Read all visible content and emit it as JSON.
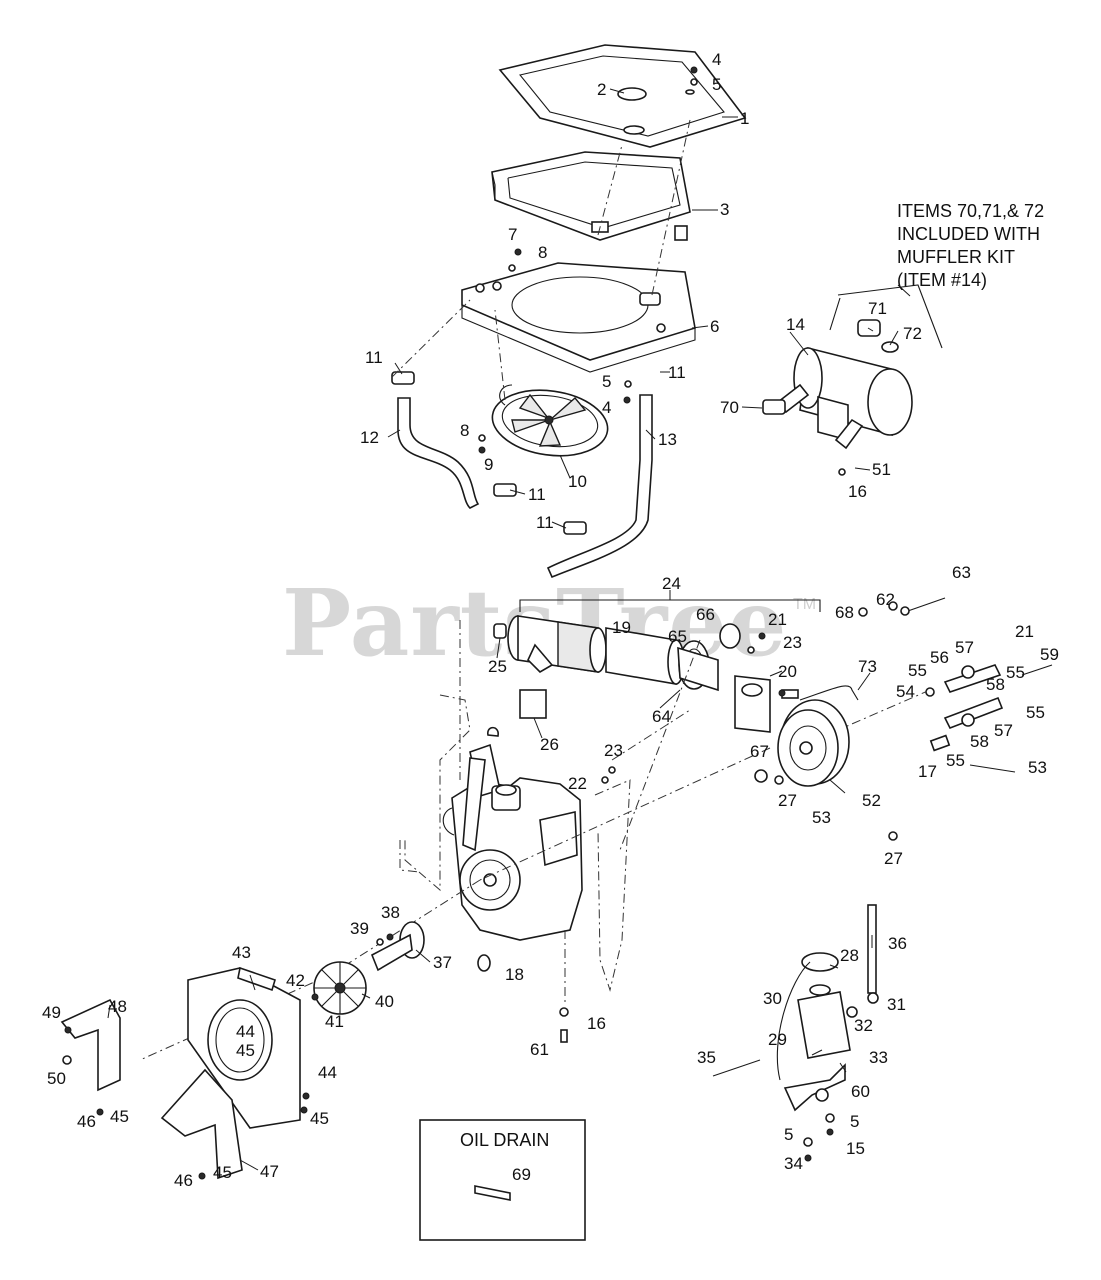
{
  "watermark": {
    "text": "PartsTree",
    "trademark": "TM"
  },
  "muffler_note": {
    "lines": [
      "ITEMS 70,71,& 72",
      "INCLUDED WITH",
      "MUFFLER KIT",
      "(ITEM #14)"
    ]
  },
  "oil_drain_box": {
    "title": "OIL DRAIN",
    "part": "69"
  },
  "callouts": {
    "c1": "1",
    "c2": "2",
    "c3": "3",
    "c4a": "4",
    "c4b": "4",
    "c5a": "5",
    "c5b": "5",
    "c6": "6",
    "c7": "7",
    "c8a": "8",
    "c8b": "8",
    "c9": "9",
    "c10": "10",
    "c11a": "11",
    "c11b": "11",
    "c11c": "11",
    "c11d": "11",
    "c12": "12",
    "c13": "13",
    "c14": "14",
    "c16a": "16",
    "c70": "70",
    "c71": "71",
    "c72": "72",
    "c51": "51",
    "c24": "24",
    "c19": "19",
    "c66": "66",
    "c65": "65",
    "c21a": "21",
    "c23a": "23",
    "c20": "20",
    "c25": "25",
    "c26": "26",
    "c64": "64",
    "c23b": "23",
    "c22": "22",
    "c68": "68",
    "c62": "62",
    "c63": "63",
    "c73": "73",
    "c21b": "21",
    "c59": "59",
    "c56": "56",
    "c57a": "57",
    "c55a": "55",
    "c55b": "55",
    "c54": "54",
    "c58a": "58",
    "c55c": "55",
    "c57b": "57",
    "c58b": "58",
    "c55d": "55",
    "c17": "17",
    "c53a": "53",
    "c67": "67",
    "c27a": "27",
    "c52": "52",
    "c53b": "53",
    "c27b": "27",
    "c38": "38",
    "c39": "39",
    "c37": "37",
    "c18": "18",
    "c43": "43",
    "c42": "42",
    "c40": "40",
    "c41": "41",
    "c44a": "44",
    "c45a": "45",
    "c49": "49",
    "c48": "48",
    "c50": "50",
    "c46a": "46",
    "c45b": "45",
    "c44b": "44",
    "c45c": "45",
    "c47": "47",
    "c46b": "46",
    "c45d": "45",
    "c16b": "16",
    "c61": "61",
    "c28": "28",
    "c36": "36",
    "c30": "30",
    "c31": "31",
    "c32": "32",
    "c29": "29",
    "c35": "35",
    "c33": "33",
    "c60": "60",
    "c5c": "5",
    "c5d": "5",
    "c34": "34",
    "c15": "15"
  }
}
